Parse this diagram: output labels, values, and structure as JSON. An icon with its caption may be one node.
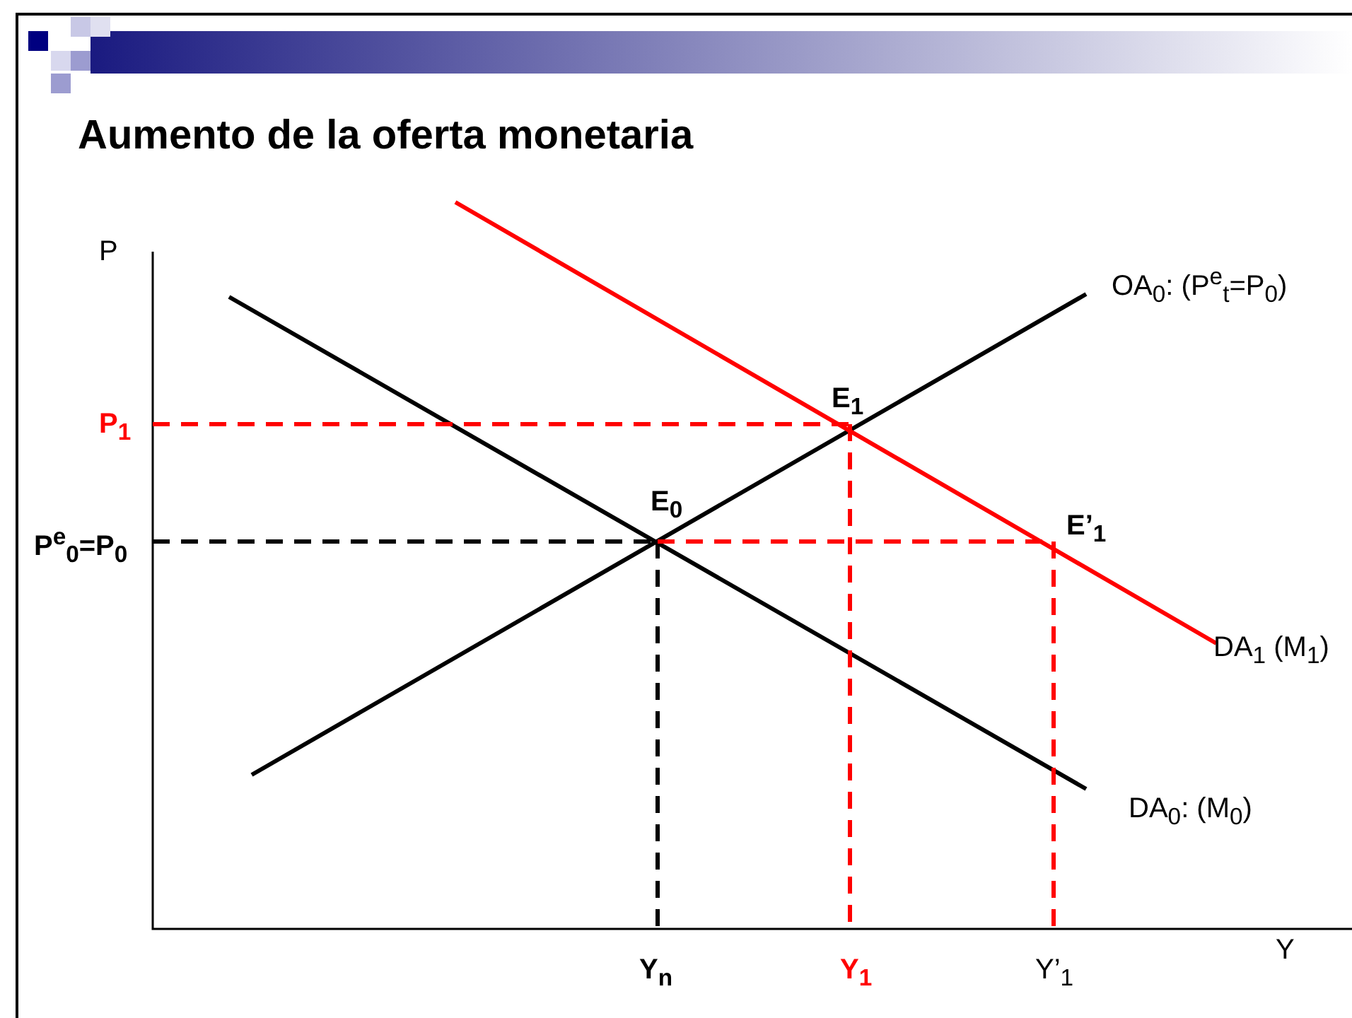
{
  "diagram": {
    "title": "Aumento de la oferta monetaria",
    "labels": [
      "P",
      "OA$_{0}$: (P$^{e}$$_{t}$=P$_{0}$)",
      "E$_{1}$",
      "P$_{1}$",
      "E$_{0}$",
      "E’$_{1}$",
      "P$^{e}$$_{0}$=P$_{0}$",
      "DA$_{1}$ (M$_{1}$)",
      "DA$_{0}$: (M$_{0}$)",
      "Y",
      "Y$_{n}$",
      "Y$_{1}$",
      "Y’$_{1}$"
    ]
  }
}
